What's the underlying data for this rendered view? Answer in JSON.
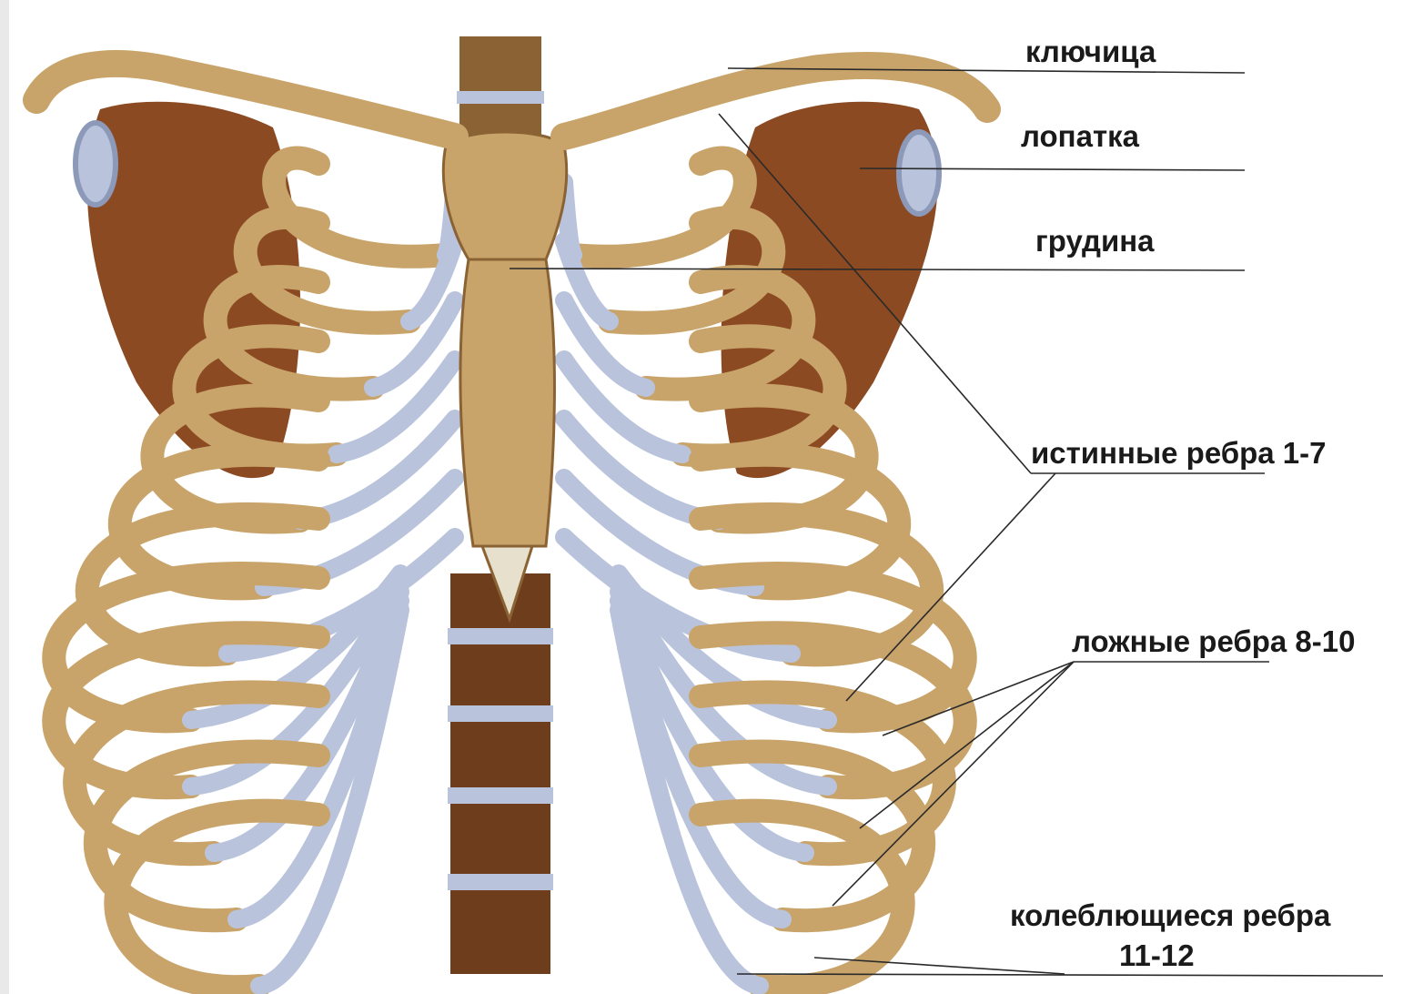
{
  "diagram": {
    "labels": [
      {
        "id": "clavicle",
        "text": "ключица"
      },
      {
        "id": "scapula",
        "text": "лопатка"
      },
      {
        "id": "sternum",
        "text": "грудина"
      },
      {
        "id": "true-ribs",
        "text": "истинные ребра 1-7"
      },
      {
        "id": "false-ribs",
        "text": "ложные ребра 8-10"
      },
      {
        "id": "floating-ribs-line1",
        "text": "колеблющиеся ребра"
      },
      {
        "id": "floating-ribs-line2",
        "text": "11-12"
      }
    ]
  },
  "colors": {
    "bone": "#c9a46a",
    "bone_dark": "#8a6233",
    "scapula": "#8b4a22",
    "cartilage": "#b9c4dc",
    "cartilage_edge": "#8d99b8",
    "spine": "#6e3e1c",
    "leader_line": "#2a2a2a",
    "text": "#1a1a1a"
  }
}
